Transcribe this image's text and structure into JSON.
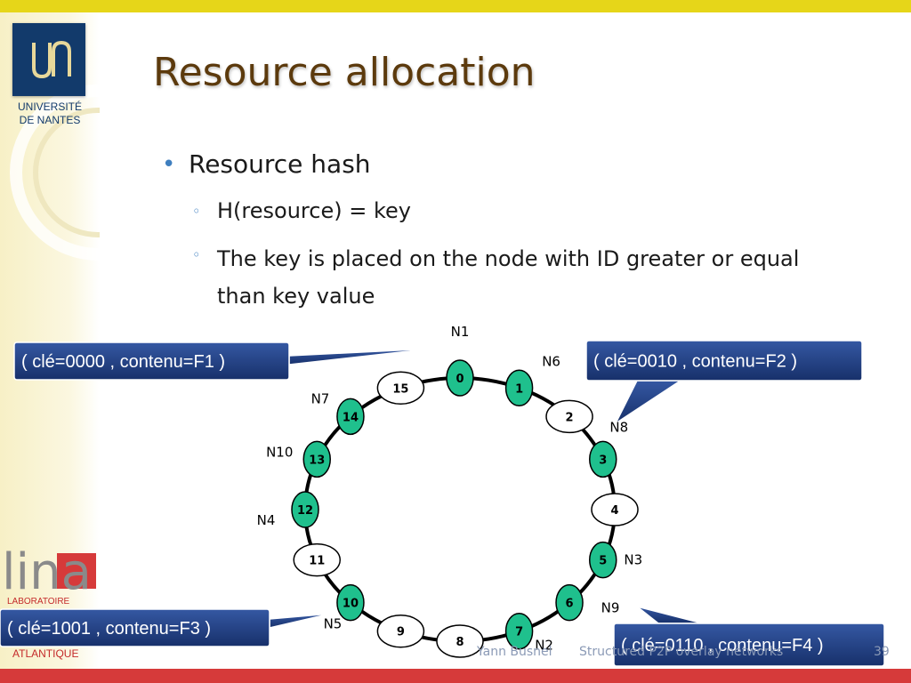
{
  "slide": {
    "title": "Resource allocation",
    "bullet": "Resource hash",
    "sub_bullets": [
      "H(resource) = key",
      "The key is placed on the node with ID greater or equal than key value"
    ]
  },
  "logos": {
    "university_line1": "UNIVERSITÉ",
    "university_line2": "DE NANTES",
    "lab_word": "lina",
    "lab_line1": "LABORATOIRE",
    "lab_line2": "ATLANTIQUE"
  },
  "footer": {
    "author": "Yann Busnel",
    "talk": "Structured P2P overlay networks",
    "page": "39"
  },
  "diagram": {
    "ring_ids": [
      0,
      1,
      2,
      3,
      4,
      5,
      6,
      7,
      8,
      9,
      10,
      11,
      12,
      13,
      14,
      15
    ],
    "active_ids": [
      0,
      1,
      3,
      5,
      6,
      7,
      10,
      12,
      13,
      14
    ],
    "node_labels": [
      {
        "id": 0,
        "name": "N1"
      },
      {
        "id": 1,
        "name": "N6"
      },
      {
        "id": 3,
        "name": "N8"
      },
      {
        "id": 5,
        "name": "N3"
      },
      {
        "id": 6,
        "name": "N9"
      },
      {
        "id": 7,
        "name": "N2"
      },
      {
        "id": 10,
        "name": "N5"
      },
      {
        "id": 12,
        "name": "N4"
      },
      {
        "id": 13,
        "name": "N10"
      },
      {
        "id": 14,
        "name": "N7"
      }
    ],
    "callouts": [
      {
        "text": "( clé=0000 , contenu=F1  )"
      },
      {
        "text": "( clé=0010 , contenu=F2  )"
      },
      {
        "text": "( clé=1001 , contenu=F3  )"
      },
      {
        "text": "( clé=0110 , contenu=F4  )"
      }
    ],
    "colors": {
      "active_fill": "#1fc08d",
      "inactive_fill": "#ffffff",
      "callout_fill": "#1f3f7e",
      "ring": "#000000"
    }
  }
}
